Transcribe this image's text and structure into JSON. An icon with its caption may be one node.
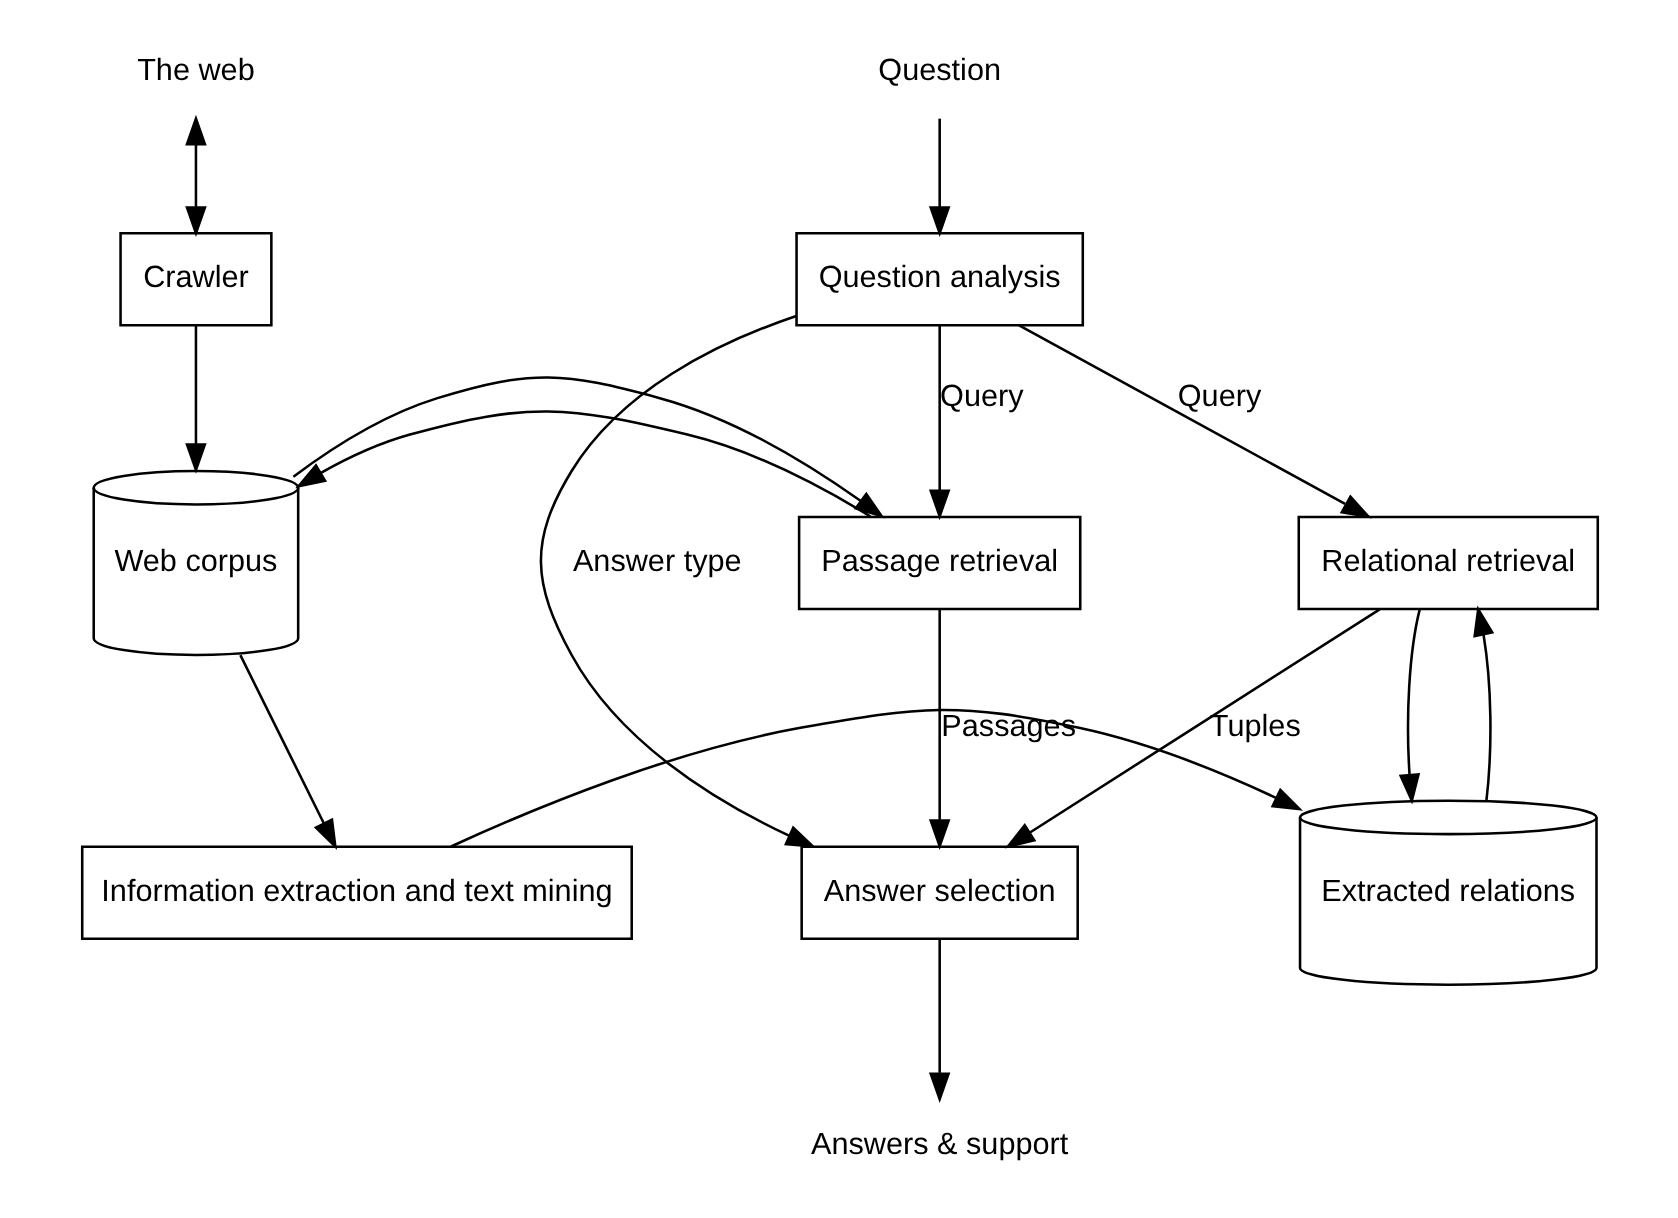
{
  "diagram": {
    "nodes": [
      {
        "text": [
          "The web"
        ]
      },
      {
        "text": [
          "Crawler"
        ]
      },
      {
        "text": [
          "Web corpus"
        ]
      },
      {
        "text": [
          "Information extraction and text mining"
        ]
      },
      {
        "text": [
          "Question"
        ]
      },
      {
        "text": [
          "Question analysis"
        ]
      },
      {
        "text": [
          "Passage retrieval"
        ]
      },
      {
        "text": [
          "Relational retrieval"
        ]
      },
      {
        "text": [
          "Answer selection"
        ]
      },
      {
        "text": [
          "Extracted relations"
        ]
      },
      {
        "text": [
          "Answers & support"
        ]
      }
    ],
    "edges": [
      {
        "from": 0,
        "to": 1,
        "arrow": "both"
      },
      {
        "from": 1,
        "to": 2,
        "arrow": "to"
      },
      {
        "from": 6,
        "to": 2,
        "arrow": "to"
      },
      {
        "from": 2,
        "to": 6,
        "arrow": "to"
      },
      {
        "from": 2,
        "to": 3,
        "arrow": "to"
      },
      {
        "from": 3,
        "to": 9,
        "arrow": "to"
      },
      {
        "from": 4,
        "to": 5,
        "arrow": "to"
      },
      {
        "from": 5,
        "to": 6,
        "arrow": "to",
        "label": "Query"
      },
      {
        "from": 5,
        "to": 8,
        "arrow": "to",
        "label": "Answer type"
      },
      {
        "from": 5,
        "to": 7,
        "arrow": "to",
        "label": "Query"
      },
      {
        "from": 6,
        "to": 8,
        "arrow": "to",
        "label": "Passages"
      },
      {
        "from": 7,
        "to": 8,
        "arrow": "to",
        "label": "Tuples"
      },
      {
        "from": 7,
        "to": 9,
        "arrow": "to"
      },
      {
        "from": 9,
        "to": 7,
        "arrow": "to"
      },
      {
        "from": 8,
        "to": 10,
        "arrow": "to"
      }
    ]
  }
}
